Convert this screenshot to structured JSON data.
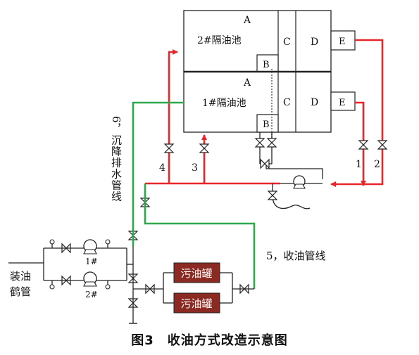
{
  "labels": {
    "tank_top_A": "A",
    "tank_top_name": "2#隔油池",
    "tank_top_B": "B",
    "tank_top_C": "C",
    "tank_top_D": "D",
    "tank_top_E": "E",
    "tank_bot_A": "A",
    "tank_bot_name": "1#隔油池",
    "tank_bot_B": "B",
    "tank_bot_C": "C",
    "tank_bot_D": "D",
    "tank_bot_E": "E",
    "line_1": "1",
    "line_2": "2",
    "line_3": "3",
    "line_4": "4",
    "settle_drain": "6，沉降排水管线",
    "oil_collect": "5，收油管线",
    "loading_1": "装油",
    "loading_2": "鹤管",
    "pump_1": "1#",
    "pump_2": "2#",
    "waste_tank_1": "污油罐",
    "waste_tank_2": "污油罐"
  },
  "caption": "图3　收油方式改造示意图",
  "colors": {
    "red_line": "#e8262a",
    "green_line": "#2ea84a",
    "tank_fill": "#8b2a22",
    "outline": "#222222"
  }
}
